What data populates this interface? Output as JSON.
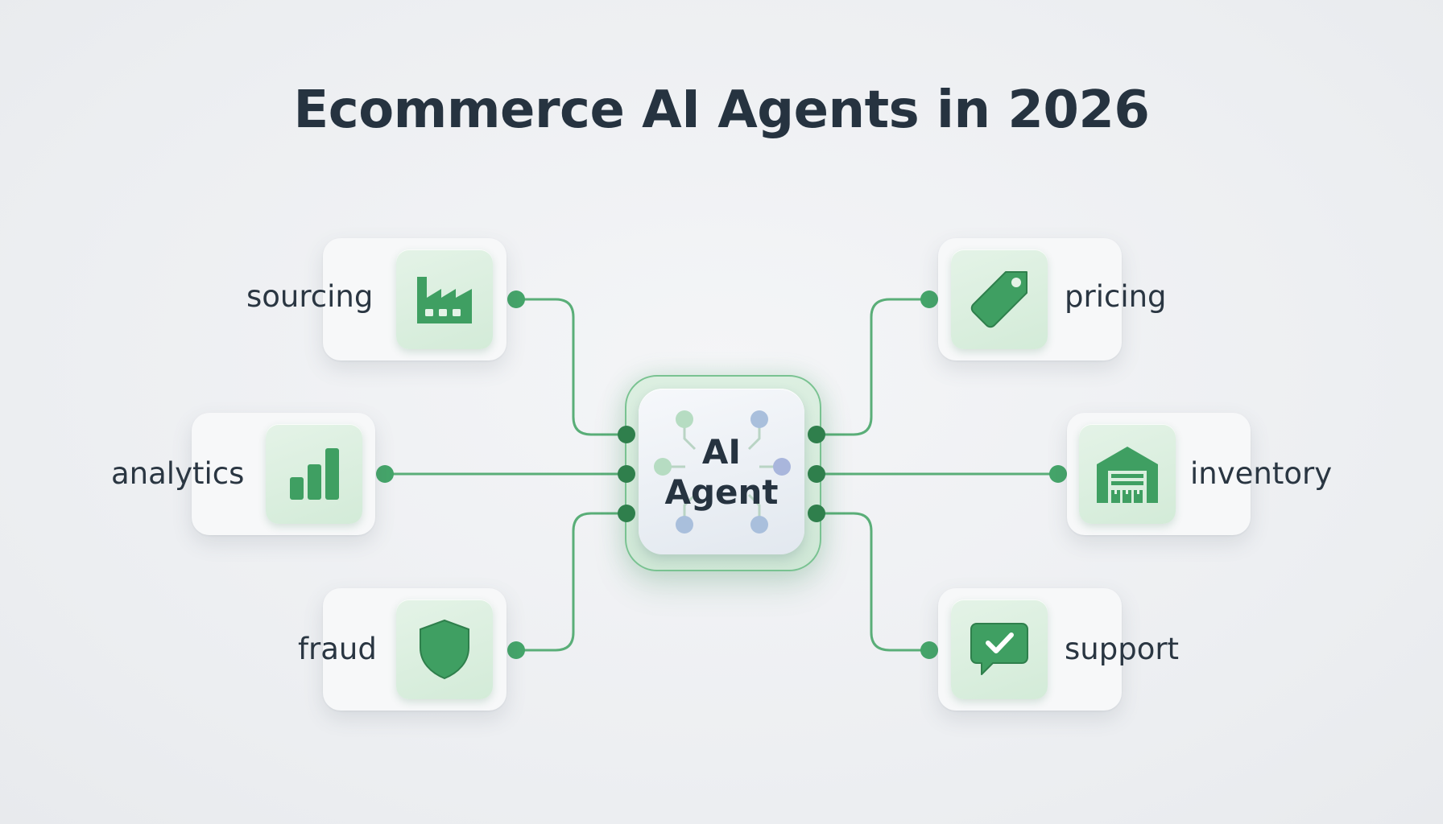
{
  "title": "Ecommerce AI Agents in 2026",
  "hub": {
    "line1": "AI",
    "line2": "Agent"
  },
  "agents": [
    {
      "label": "sourcing",
      "icon": "factory-icon"
    },
    {
      "label": "analytics",
      "icon": "bar-chart-icon"
    },
    {
      "label": "fraud",
      "icon": "shield-icon"
    },
    {
      "label": "pricing",
      "icon": "price-tag-icon"
    },
    {
      "label": "inventory",
      "icon": "warehouse-icon"
    },
    {
      "label": "support",
      "icon": "chat-check-icon"
    }
  ],
  "colors": {
    "accent": "#3f9f62",
    "dark_accent": "#2f7f4c",
    "connector": "#5aae78",
    "title": "#263340"
  }
}
